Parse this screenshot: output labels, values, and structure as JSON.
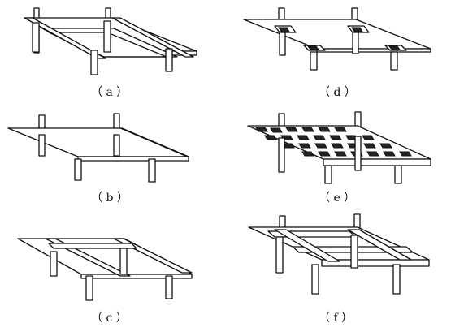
{
  "figure": {
    "panels": [
      {
        "id": "a",
        "label": "（ a ）"
      },
      {
        "id": "b",
        "label": "（ b ）"
      },
      {
        "id": "c",
        "label": "（ c ）"
      },
      {
        "id": "d",
        "label": "（ d ）"
      },
      {
        "id": "e",
        "label": "（ e ）"
      },
      {
        "id": "f",
        "label": "（ f ）"
      }
    ]
  }
}
